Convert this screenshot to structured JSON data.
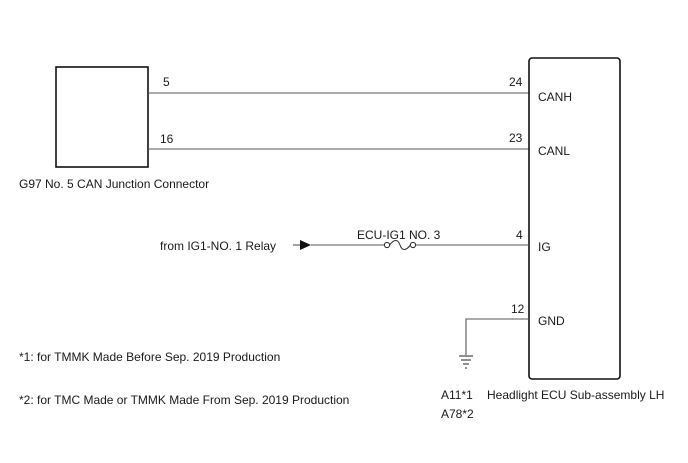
{
  "junction_connector": {
    "label": "G97 No. 5 CAN Junction Connector",
    "pins": [
      "5",
      "16"
    ]
  },
  "ecu": {
    "codes": [
      "A11*1",
      "A78*2"
    ],
    "name": "Headlight ECU Sub-assembly LH",
    "pins": [
      {
        "number": "24",
        "name": "CANH"
      },
      {
        "number": "23",
        "name": "CANL"
      },
      {
        "number": "4",
        "name": "IG"
      },
      {
        "number": "12",
        "name": "GND"
      }
    ]
  },
  "power_source": {
    "label": "from IG1-NO. 1 Relay",
    "fuse": "ECU-IG1 NO. 3"
  },
  "notes": [
    "*1: for TMMK Made Before Sep. 2019 Production",
    "*2: for TMC Made or TMMK Made From Sep. 2019 Production"
  ],
  "icons": {
    "ground": "ground-symbol-icon",
    "arrow": "arrow-right-icon",
    "fuse": "fuse-icon"
  }
}
